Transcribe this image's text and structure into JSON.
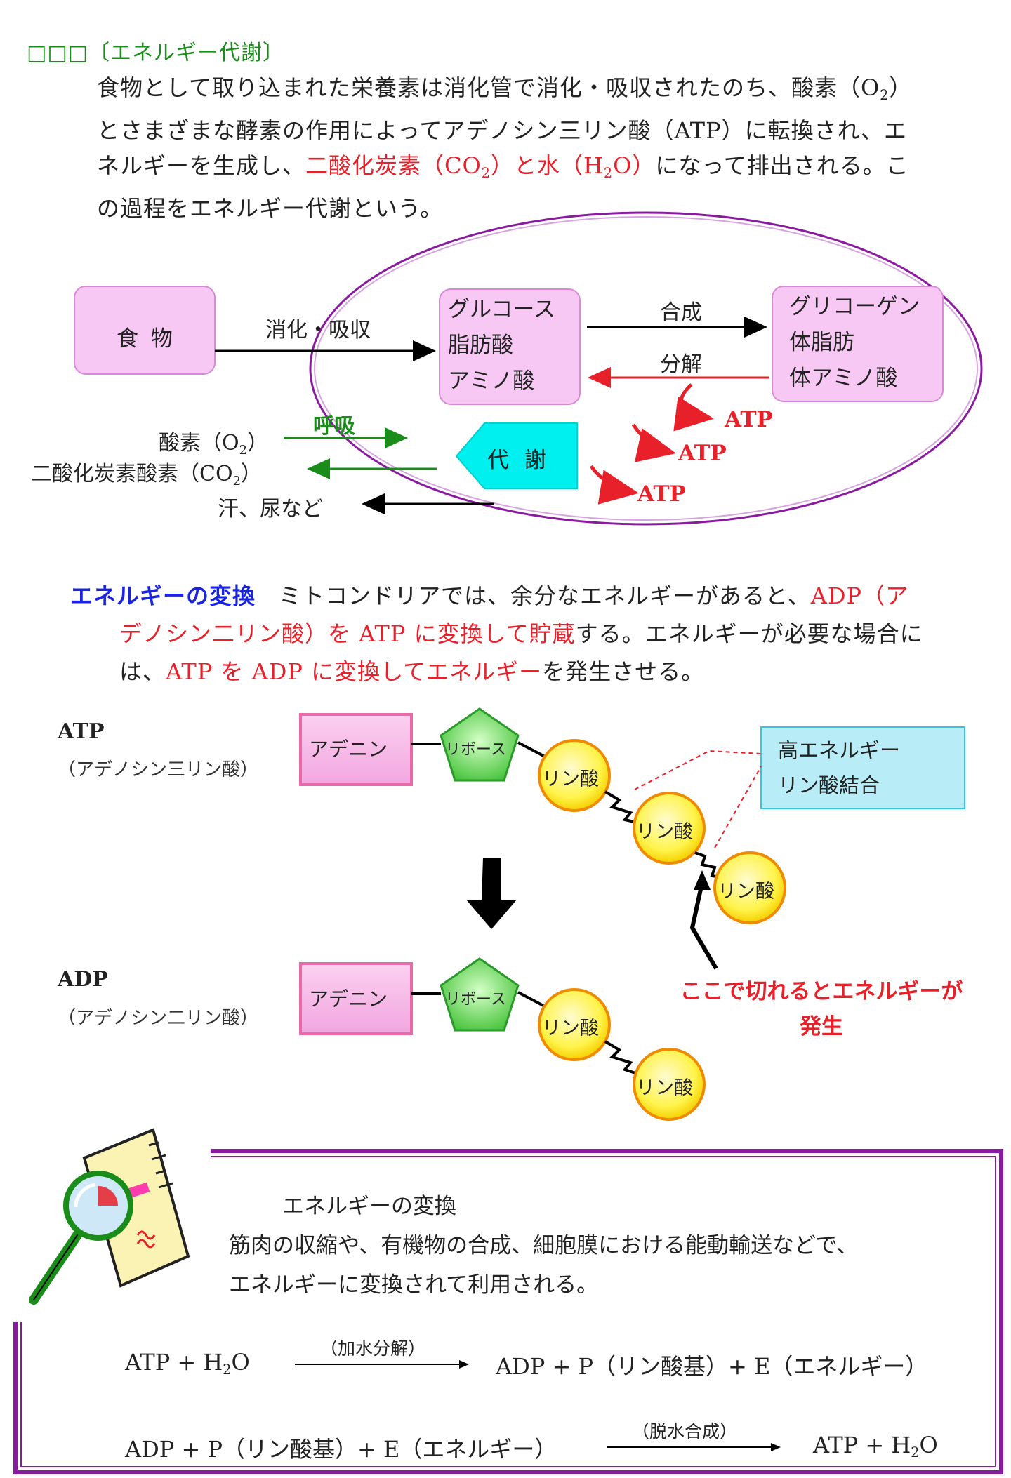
{
  "header": {
    "title": "□□□〔エネルギー代謝〕"
  },
  "intro": {
    "line1": "食物として取り込まれた栄養素は消化管で消化・吸収されたのち、酸素（O",
    "line1_sub": "2",
    "line1_end": "）",
    "line2": "とさまざまな酵素の作用によってアデノシン三リン酸（ATP）に転換され、エ",
    "line3_a": "ネルギーを生成し、",
    "line3_red_a": "二酸化炭素（CO",
    "line3_red_sub1": "2",
    "line3_red_b": "）と水（H",
    "line3_red_sub2": "2",
    "line3_red_c": "O）",
    "line3_b": "になって排出される。こ",
    "line4": "の過程をエネルギー代謝という。"
  },
  "diagram": {
    "food": "食 物",
    "digest": "消化・吸収",
    "pool": [
      "グルコース",
      "脂肪酸",
      "アミノ酸"
    ],
    "stores": [
      "グリコーゲン",
      "体脂肪",
      "体アミノ酸"
    ],
    "synthesis": "合成",
    "decompose": "分解",
    "atp": "ATP",
    "respiration": "呼吸",
    "oxygen_a": "酸素（O",
    "oxygen_sub": "2",
    "oxygen_b": "）",
    "co2_a": "二酸化炭素酸素（CO",
    "co2_sub": "2",
    "co2_b": "）",
    "sweat": "汗、尿など",
    "metabolism": "代 謝"
  },
  "conversion": {
    "heading": "エネルギーの変換",
    "text1": "ミトコンドリアでは、余分なエネルギーがあると、",
    "red1": "ADP（ア",
    "red2": "デノシン二リン酸）を ATP に変換して貯蔵",
    "text2": "する。エネルギーが必要な場合に",
    "text3": "は、",
    "red3": "ATP を ADP に変換してエネルギー",
    "text4": "を発生させる。"
  },
  "molecule": {
    "atp_label": "ATP",
    "atp_sub": "（アデノシン三リン酸）",
    "adp_label": "ADP",
    "adp_sub": "（アデノシン二リン酸）",
    "adenine": "アデニン",
    "ribose": "リボース",
    "phosphate": "リン酸",
    "bond_line1": "高エネルギー",
    "bond_line2": "リン酸結合",
    "cut_line1": "ここで切れるとエネルギーが",
    "cut_line2": "発生"
  },
  "note": {
    "title": "エネルギーの変換",
    "line1": "筋肉の収縮や、有機物の合成、細胞膜における能動輸送などで、",
    "line2": "エネルギーに変換されて利用される。",
    "eq1_left_a": "ATP + H",
    "eq1_left_sub": "2",
    "eq1_left_b": "O",
    "eq1_label": "（加水分解）",
    "eq1_right": "ADP + P（リン酸基）+ E（エネルギー）",
    "eq2_left": "ADP + P（リン酸基）+ E（エネルギー）",
    "eq2_label": "（脱水合成）",
    "eq2_right_a": "ATP + H",
    "eq2_right_sub": "2",
    "eq2_right_b": "O"
  },
  "colors": {
    "title_green": "#1a8c1a",
    "red": "#e8202a",
    "blue": "#1a24e0",
    "pink_box": "#f7c8f3",
    "purple": "#8a1aa0",
    "cyan": "#00f0f0",
    "light_blue": "#b8ecf6"
  }
}
